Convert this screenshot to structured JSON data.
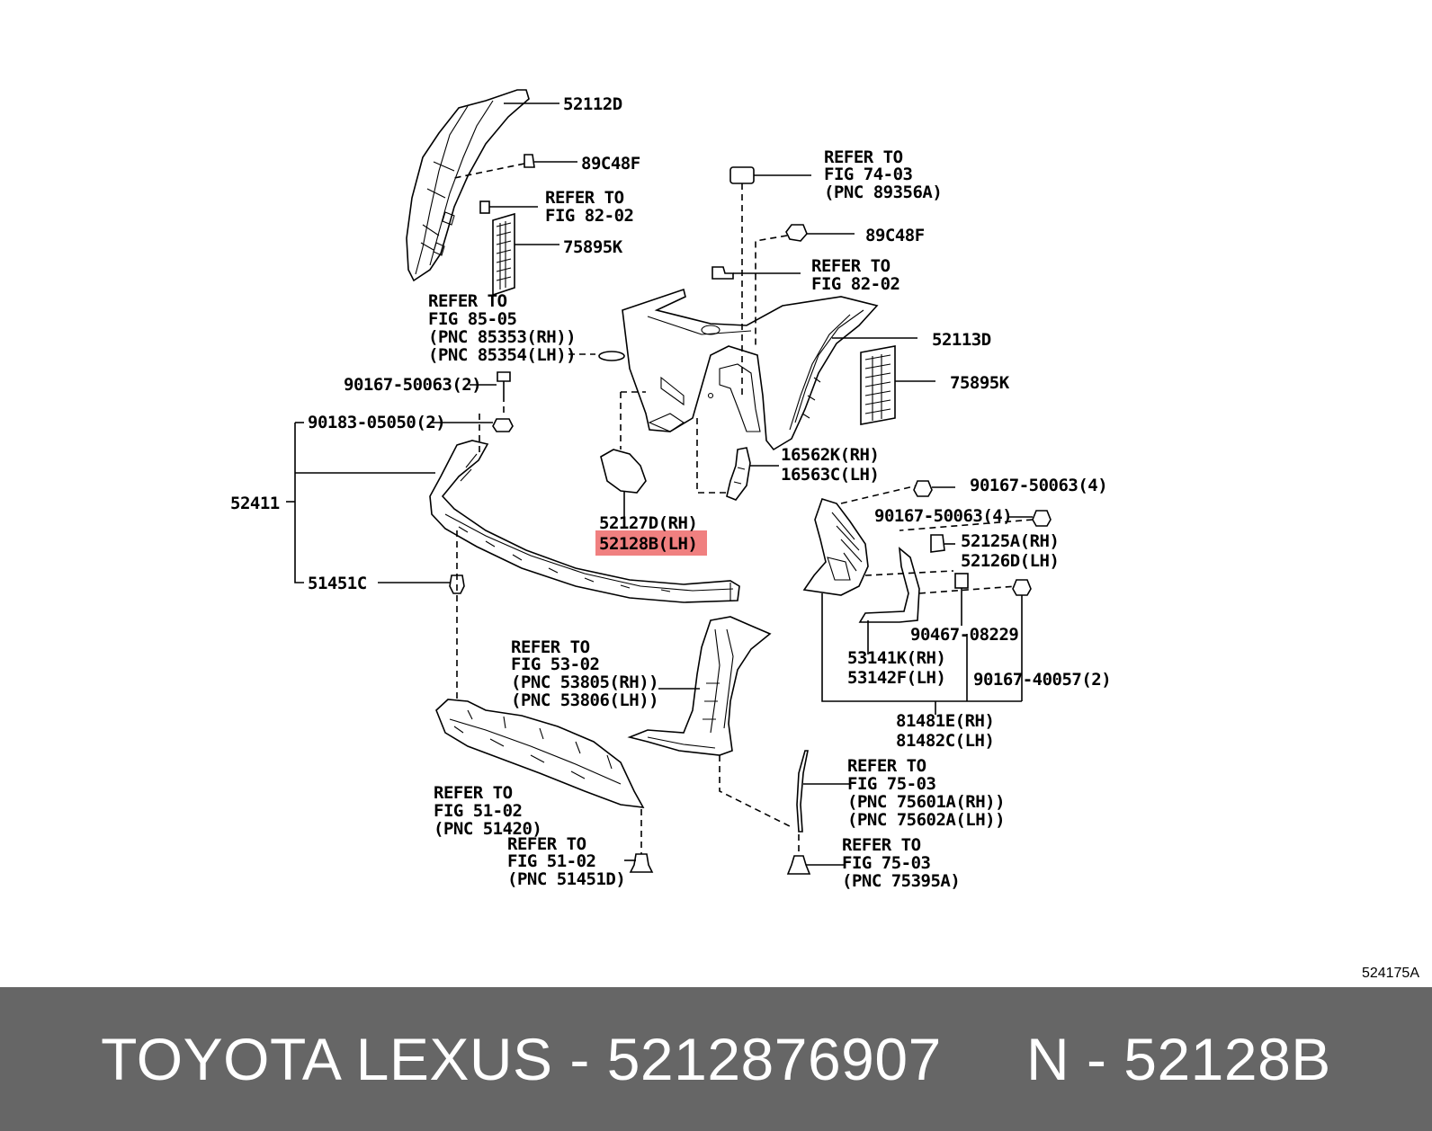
{
  "footer": {
    "text": "TOYOTA LEXUS - 5212876907     N - 52128B"
  },
  "diagram_id": "524175A",
  "highlight_color": "#f08080",
  "labels": {
    "p52112D": "52112D",
    "p89C48F_a": "89C48F",
    "ref8202_a_1": "REFER TO",
    "ref8202_a_2": "FIG 82-02",
    "p75895K_a": "75895K",
    "ref8505_1": "REFER TO",
    "ref8505_2": "FIG 85-05",
    "ref8505_3": "(PNC 85353(RH))",
    "ref8505_4": "(PNC 85354(LH))",
    "p90167_50063_2": "90167-50063(2)",
    "p90183": "90183-05050(2)",
    "p52411": "52411",
    "p51451C": "51451C",
    "ref7403_1": "REFER TO",
    "ref7403_2": "FIG 74-03",
    "ref7403_3": "(PNC 89356A)",
    "p89C48F_b": "89C48F",
    "ref8202_b_1": "REFER TO",
    "ref8202_b_2": "FIG 82-02",
    "p52113D": "52113D",
    "p75895K_b": "75895K",
    "p16562K": "16562K(RH)",
    "p16563C": "16563C(LH)",
    "p52127D": "52127D(RH)",
    "p52128B": "52128B(LH)",
    "p90167_4_a": "90167-50063(4)",
    "p90167_4_b": "90167-50063(4)",
    "p52125A": "52125A(RH)",
    "p52126D": "52126D(LH)",
    "p90467": "90467-08229",
    "p53141K": "53141K(RH)",
    "p53142F": "53142F(LH)",
    "p90167_40057": "90167-40057(2)",
    "p81481E": "81481E(RH)",
    "p81482C": "81482C(LH)",
    "ref5302_1": "REFER TO",
    "ref5302_2": "FIG 53-02",
    "ref5302_3": "(PNC 53805(RH))",
    "ref5302_4": "(PNC 53806(LH))",
    "ref5102_a_1": "REFER TO",
    "ref5102_a_2": "FIG 51-02",
    "ref5102_a_3": "(PNC 51420)",
    "ref5102_b_1": "REFER TO",
    "ref5102_b_2": "FIG 51-02",
    "ref5102_b_3": "(PNC 51451D)",
    "ref7503_a_1": "REFER TO",
    "ref7503_a_2": "FIG 75-03",
    "ref7503_a_3": "(PNC 75601A(RH))",
    "ref7503_a_4": "(PNC 75602A(LH))",
    "ref7503_b_1": "REFER TO",
    "ref7503_b_2": "FIG 75-03",
    "ref7503_b_3": "(PNC 75395A)"
  }
}
